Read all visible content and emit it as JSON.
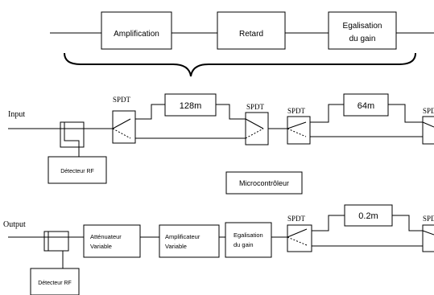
{
  "top_chain": {
    "blocks": [
      {
        "id": "amplification",
        "lines": [
          "Amplification"
        ]
      },
      {
        "id": "retard",
        "lines": [
          "Retard"
        ]
      },
      {
        "id": "egalisation",
        "lines": [
          "Egalisation",
          "du gain"
        ]
      }
    ]
  },
  "middle": {
    "input_label": "Input",
    "detector_label": "Détecteur RF",
    "switches": [
      "SPDT",
      "SPDT",
      "SPDT",
      "SPDT"
    ],
    "delays": [
      "128m",
      "64m"
    ]
  },
  "microcontroller_label": "Microcontrôleur",
  "bottom": {
    "output_label": "Output",
    "detector_label": "Détecteur RF",
    "blocks": [
      {
        "id": "attenuateur",
        "lines": [
          "Atténuateur",
          "Variable"
        ]
      },
      {
        "id": "amplificateur",
        "lines": [
          "Amplificateur",
          "Variable"
        ]
      },
      {
        "id": "egalisation",
        "lines": [
          "Egalisation",
          "du gain"
        ]
      }
    ],
    "switches": [
      "SPDT",
      "SPDT"
    ],
    "delays": [
      "0.2m"
    ]
  }
}
